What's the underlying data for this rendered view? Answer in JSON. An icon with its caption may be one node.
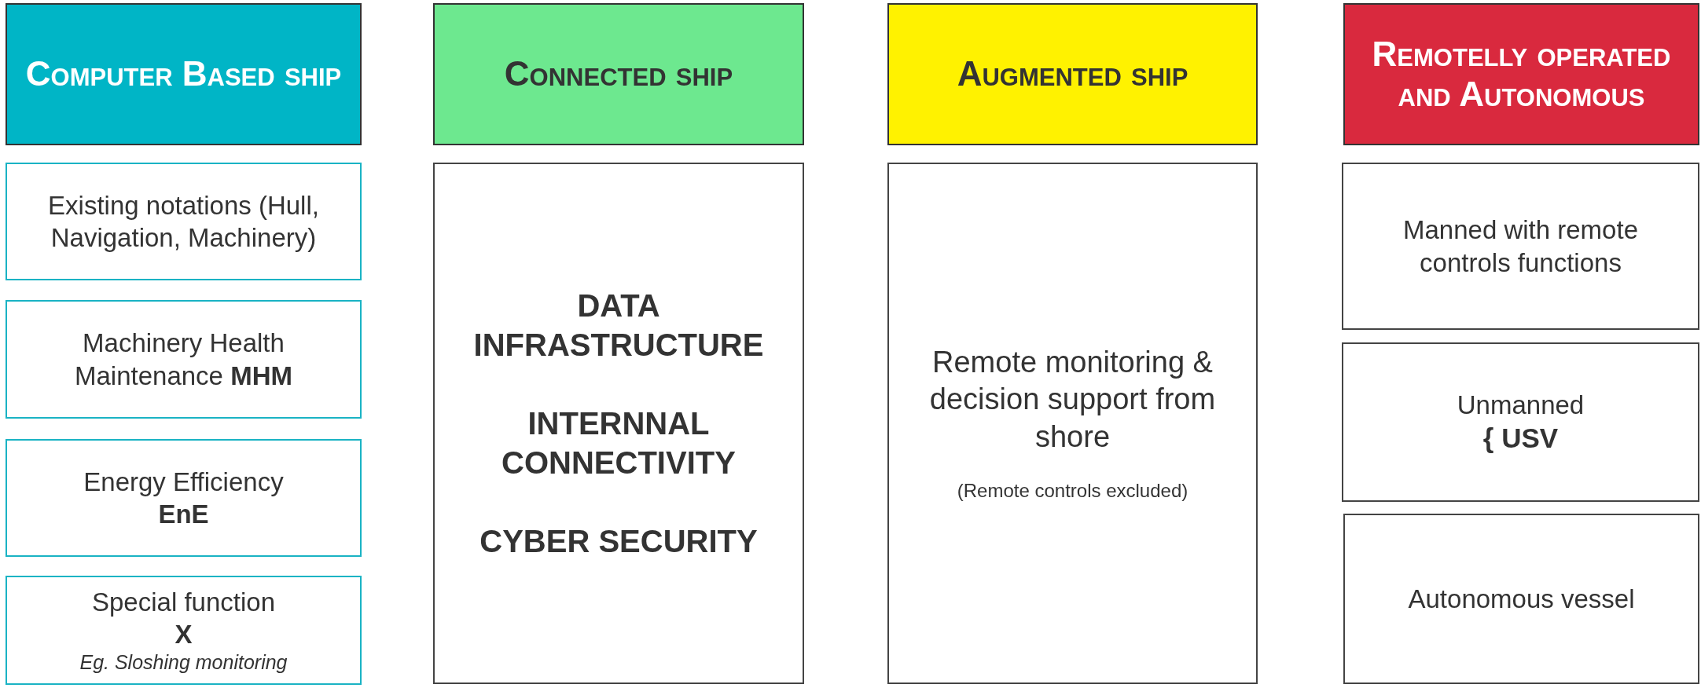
{
  "diagram": {
    "nodes": [
      {
        "text": [
          "Computer Based ship"
        ]
      },
      {
        "text": [
          "Connected ship"
        ]
      },
      {
        "text": [
          "Augmented ship"
        ]
      },
      {
        "text": [
          "Remotelly operated and Autonomous"
        ]
      },
      {
        "text": [
          "Existing notations (Hull, Navigation, Machinery)"
        ]
      },
      {
        "text": [
          "Machinery Health Maintenance **MHM**"
        ]
      },
      {
        "text": [
          "Energy Efficiency",
          "EnE"
        ]
      },
      {
        "text": [
          "Special function",
          "X",
          "Eg. Sloshing monitoring"
        ]
      },
      {
        "text": [
          "DATA INFRASTRUCTURE",
          "INTERNNAL CONNECTIVITY",
          "CYBER SECURITY"
        ]
      },
      {
        "text": [
          "Remote monitoring & decision support from shore",
          "(Remote controls excluded)"
        ]
      },
      {
        "text": [
          "Manned with remote controls functions"
        ]
      },
      {
        "text": [
          "Unmanned",
          "{ USV"
        ]
      },
      {
        "text": [
          "Autonomous vessel"
        ]
      }
    ],
    "edges": []
  }
}
